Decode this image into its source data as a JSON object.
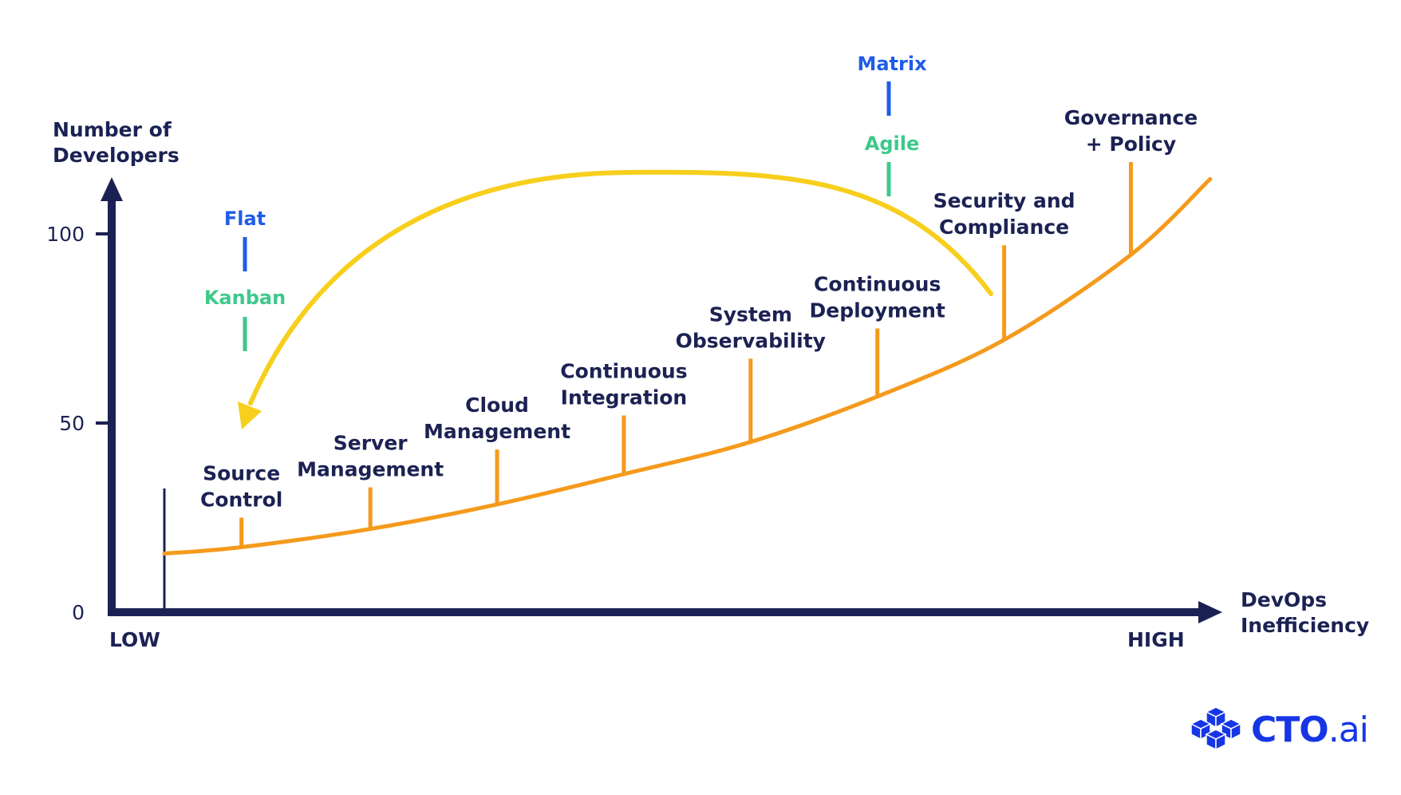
{
  "chart_data": {
    "type": "line",
    "y_axis": {
      "label_lines": [
        "Number of",
        "Developers"
      ],
      "ticks": [
        "100",
        "50",
        "0"
      ],
      "ylim": [
        0,
        115
      ]
    },
    "x_axis": {
      "label_lines": [
        "DevOps",
        "Inefficiency"
      ],
      "low_label": "LOW",
      "high_label": "HIGH",
      "xlim": [
        0,
        100
      ]
    },
    "series": [
      {
        "color": "#f59a1c",
        "points": [
          {
            "x": 0,
            "y": 15.5
          },
          {
            "x": 7.3,
            "y": 17.2
          },
          {
            "x": 19.5,
            "y": 22.0
          },
          {
            "x": 31.5,
            "y": 28.5
          },
          {
            "x": 43.5,
            "y": 36.5
          },
          {
            "x": 55.5,
            "y": 45.0
          },
          {
            "x": 67.5,
            "y": 57.0
          },
          {
            "x": 79.5,
            "y": 72.0
          },
          {
            "x": 91.5,
            "y": 94.5
          },
          {
            "x": 99,
            "y": 114.5
          }
        ]
      }
    ],
    "annotations": [
      {
        "lines": [
          "Source",
          "Control"
        ],
        "x": 7.3,
        "y": 17.2,
        "top": 25
      },
      {
        "lines": [
          "Server",
          "Management"
        ],
        "x": 19.5,
        "y": 22.0,
        "top": 33
      },
      {
        "lines": [
          "Cloud",
          "Management"
        ],
        "x": 31.5,
        "y": 28.5,
        "top": 43
      },
      {
        "lines": [
          "Continuous",
          "Integration"
        ],
        "x": 43.5,
        "y": 36.5,
        "top": 52
      },
      {
        "lines": [
          "System",
          "Observability"
        ],
        "x": 55.5,
        "y": 45.0,
        "top": 67
      },
      {
        "lines": [
          "Continuous",
          "Deployment"
        ],
        "x": 67.5,
        "y": 57.0,
        "top": 75
      },
      {
        "lines": [
          "Security and",
          "Compliance"
        ],
        "x": 79.5,
        "y": 72.0,
        "top": 97
      },
      {
        "lines": [
          "Governance",
          "+ Policy"
        ],
        "x": 91.5,
        "y": 94.5,
        "top": 119
      }
    ],
    "structures_low": [
      {
        "label": "Flat",
        "color": "#1f5ce8"
      },
      {
        "label": "Kanban",
        "color": "#3dc98a"
      }
    ],
    "structures_high": [
      {
        "label": "Matrix",
        "color": "#1f5ce8"
      },
      {
        "label": "Agile",
        "color": "#3dc98a"
      }
    ],
    "arrow_color": "#f7cf1c",
    "axis_color": "#1b2253",
    "grid": false
  },
  "brand": {
    "name": "CTO",
    "suffix": ".ai",
    "icon": "cubes-icon",
    "color": "#1636e6"
  }
}
